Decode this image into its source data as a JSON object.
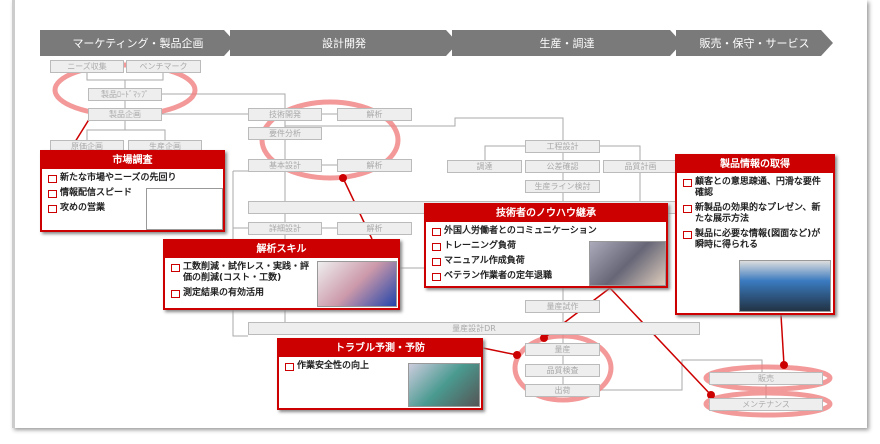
{
  "phases": [
    "マーケティング・製品企画",
    "設計開発",
    "生産・調達",
    "販売・保守・サービス"
  ],
  "boxes": {
    "needs": "ニーズ収集",
    "benchmark": "ベンチマーク",
    "roadmap": "製品ﾛｰﾄﾞﾏｯﾌﾟ",
    "planning": "製品企画",
    "cost": "原価企画",
    "prodplan": "生産企画",
    "tech": "技術開発",
    "analysis": "解析",
    "req": "要件分析",
    "basic": "基本設計",
    "detail": "詳細設計",
    "process": "工程設計",
    "procure": "調達",
    "tolerance": "公差確認",
    "quality_plan": "品質計画",
    "line": "生産ライン検討",
    "trial": "量産試作",
    "dr": "量産設計DR",
    "mass": "量産",
    "inspection": "品質検査",
    "ship": "出荷",
    "sales": "販売",
    "maint": "メンテナンス"
  },
  "callouts": {
    "market": {
      "title": "市場調査",
      "items": [
        "新たな市場やニーズの先回り",
        "情報配信スピード",
        "攻めの営業"
      ]
    },
    "skill": {
      "title": "解析スキル",
      "items": [
        "工数削減・試作レス・実践・評価の削減(コスト・工数)",
        "測定結果の有効活用"
      ]
    },
    "knowhow": {
      "title": "技術者のノウハウ継承",
      "items": [
        "外国人労働者とのコミュニケーション",
        "トレーニング負荷",
        "マニュアル作成負荷",
        "ベテラン作業者の定年退職"
      ]
    },
    "info": {
      "title": "製品情報の取得",
      "items": [
        "顧客との意思疎通、円滑な要件確認",
        "新製品の効果的なプレゼン、新たな展示方法",
        "製品に必要な情報(図面など)が瞬時に得られる"
      ]
    },
    "trouble": {
      "title": "トラブル予測・予防",
      "items": [
        "作業安全性の向上"
      ]
    }
  },
  "colors": {
    "accent": "#cc0000",
    "highlight": "#f08080"
  }
}
